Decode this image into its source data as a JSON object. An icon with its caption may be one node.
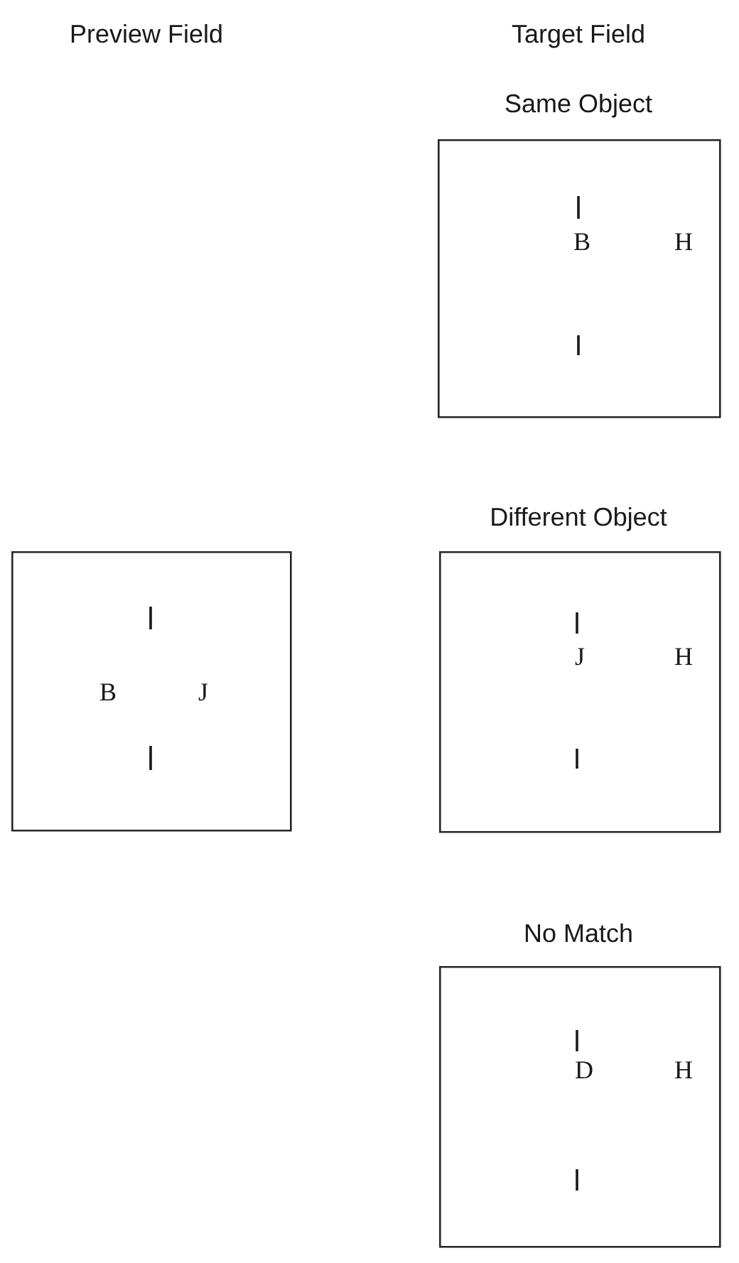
{
  "diagram": {
    "nodes": [
      {
        "text": [
          "B",
          "J"
        ]
      },
      {
        "text": [
          "Same Object",
          "B",
          "H"
        ]
      },
      {
        "text": [
          "Different Object",
          "J",
          "H"
        ]
      },
      {
        "text": [
          "No Match",
          "D",
          "H"
        ]
      }
    ],
    "labels": [
      "Preview Field",
      "Target Field"
    ]
  }
}
